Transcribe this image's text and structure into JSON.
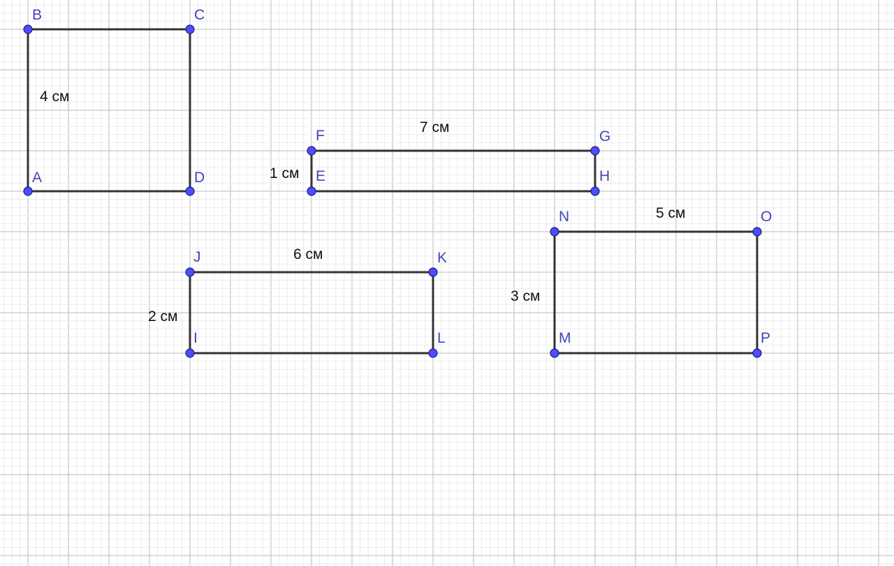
{
  "style": {
    "edge_color": "#333333",
    "point_color": "#4d4dff",
    "point_label_color": "#4444bb",
    "dimension_label_color": "#111111",
    "grid_minor_color": "#ebebeb",
    "grid_major_color": "#c8c8c8"
  },
  "rectangles": [
    {
      "name": "ABCD",
      "vertices": [
        "A",
        "B",
        "C",
        "D"
      ],
      "dimension_labels": [
        "4 см"
      ]
    },
    {
      "name": "EFGH",
      "vertices": [
        "E",
        "F",
        "G",
        "H"
      ],
      "dimension_labels": [
        "7 см",
        "1 см"
      ]
    },
    {
      "name": "IJKL",
      "vertices": [
        "I",
        "J",
        "K",
        "L"
      ],
      "dimension_labels": [
        "6 см",
        "2 см"
      ]
    },
    {
      "name": "MNOP",
      "vertices": [
        "M",
        "N",
        "O",
        "P"
      ],
      "dimension_labels": [
        "5 см",
        "3 см"
      ]
    }
  ],
  "points": {
    "A": "A",
    "B": "B",
    "C": "C",
    "D": "D",
    "E": "E",
    "F": "F",
    "G": "G",
    "H": "H",
    "I": "I",
    "J": "J",
    "K": "K",
    "L": "L",
    "M": "M",
    "N": "N",
    "O": "O",
    "P": "P"
  },
  "dimensions": {
    "abcd_height": "4 см",
    "efgh_width": "7 см",
    "efgh_height": "1 см",
    "ijkl_width": "6 см",
    "ijkl_height": "2 см",
    "mnop_width": "5 см",
    "mnop_height": "3 см"
  }
}
